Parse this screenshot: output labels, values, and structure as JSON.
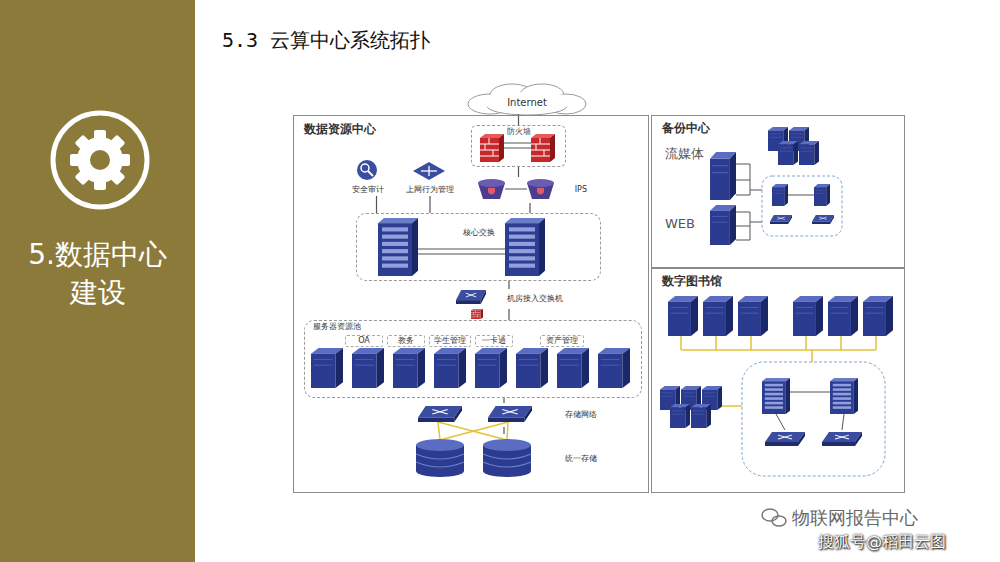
{
  "diagram": {
    "title": "5.3 云算中心系统拓扑",
    "nodes": [
      {
        "text": [
          "5.数据中心 建设"
        ]
      },
      {
        "text": [
          "数据资源中心"
        ]
      },
      {
        "text": [
          "Internet"
        ]
      },
      {
        "text": [
          "防火墙"
        ],
        "in": 1
      },
      {
        "text": [
          "安全审计"
        ],
        "in": 1
      },
      {
        "text": [
          "上网行为管理"
        ],
        "in": 1
      },
      {
        "text": [
          "IPS"
        ],
        "in": 1
      },
      {
        "text": [
          "核心交换"
        ],
        "in": 1
      },
      {
        "text": [
          "机房接入交换机"
        ],
        "in": 1
      },
      {
        "text": [
          "服务器资源池"
        ],
        "in": 1
      },
      {
        "text": [
          "OA"
        ],
        "in": 9
      },
      {
        "text": [
          "教务"
        ],
        "in": 9
      },
      {
        "text": [
          "学生管理"
        ],
        "in": 9
      },
      {
        "text": [
          "一卡通"
        ],
        "in": 9
      },
      {
        "text": [
          "资产管理"
        ],
        "in": 9
      },
      {
        "text": [
          "存储网络"
        ],
        "in": 1
      },
      {
        "text": [
          "统一存储"
        ],
        "in": 1
      },
      {
        "text": [
          "备份中心"
        ]
      },
      {
        "text": [
          "流媒体"
        ],
        "in": 17
      },
      {
        "text": [
          "WEB"
        ],
        "in": 17
      },
      {
        "text": [
          "数字图书馆"
        ]
      }
    ],
    "edges": [
      {
        "from": 2,
        "to": 3,
        "arrow": "none"
      },
      {
        "from": 3,
        "to": 6,
        "arrow": "none"
      },
      {
        "from": 4,
        "to": 7,
        "arrow": "none"
      },
      {
        "from": 5,
        "to": 7,
        "arrow": "none"
      },
      {
        "from": 6,
        "to": 7,
        "arrow": "none"
      },
      {
        "from": 7,
        "to": 8,
        "arrow": "none"
      },
      {
        "from": 8,
        "to": 9,
        "arrow": "none"
      },
      {
        "from": 9,
        "to": 15,
        "arrow": "none"
      },
      {
        "from": 15,
        "to": 16,
        "arrow": "none"
      }
    ],
    "labels": [
      "物联网报告中心",
      "搜狐号@稻田云图"
    ]
  }
}
